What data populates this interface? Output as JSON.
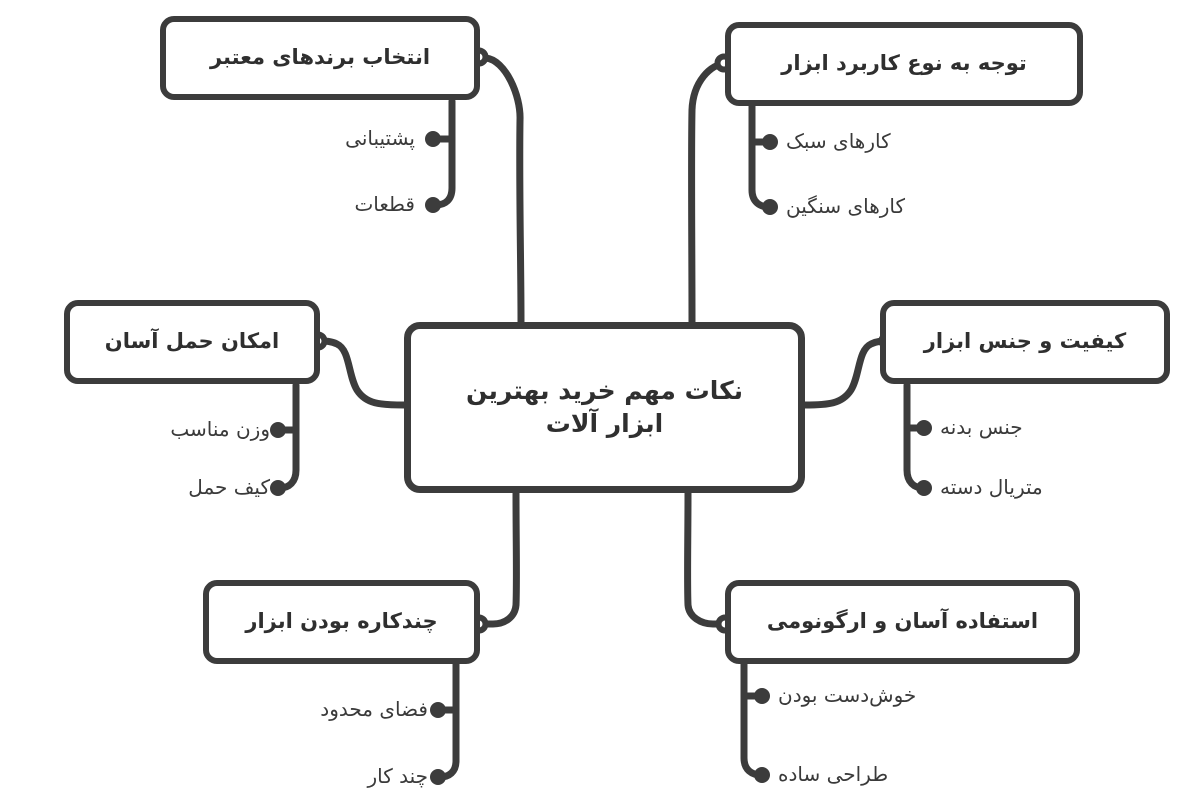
{
  "diagram": {
    "title": "نکات مهم خرید بهترین ابزار آلات",
    "language": "fa",
    "direction": "rtl",
    "type": "mind-map",
    "colors": {
      "stroke": "#3c3c3c",
      "text": "#2f2f2f",
      "sub_text": "#3a3a3a",
      "background": "#ffffff"
    }
  },
  "central": {
    "label": "نکات مهم خرید بهترین ابزار آلات",
    "line1": "نکات مهم خرید بهترین",
    "line2": "ابزار آلات"
  },
  "branches": [
    {
      "id": "branch-brands",
      "label": "انتخاب برندهای معتبر",
      "position": "top-left",
      "children": [
        {
          "label": "پشتیبانی"
        },
        {
          "label": "قطعات"
        }
      ]
    },
    {
      "id": "branch-usage-type",
      "label": "توجه به نوع کاربرد ابزار",
      "position": "top-right",
      "children": [
        {
          "label": "کارهای سبک"
        },
        {
          "label": "کارهای سنگین"
        }
      ]
    },
    {
      "id": "branch-portability",
      "label": "امکان حمل آسان",
      "position": "middle-left",
      "children": [
        {
          "label": "وزن مناسب"
        },
        {
          "label": "کیف حمل"
        }
      ]
    },
    {
      "id": "branch-quality",
      "label": "کیفیت و جنس ابزار",
      "position": "middle-right",
      "children": [
        {
          "label": "جنس بدنه"
        },
        {
          "label": "متریال دسته"
        }
      ]
    },
    {
      "id": "branch-multipurpose",
      "label": "چندکاره بودن ابزار",
      "position": "bottom-left",
      "children": [
        {
          "label": "فضای محدود"
        },
        {
          "label": "چند کار"
        }
      ]
    },
    {
      "id": "branch-ergonomics",
      "label": "استفاده آسان و ارگونومی",
      "position": "bottom-right",
      "children": [
        {
          "label": "خوش‌دست بودن"
        },
        {
          "label": "طراحی ساده"
        }
      ]
    }
  ]
}
